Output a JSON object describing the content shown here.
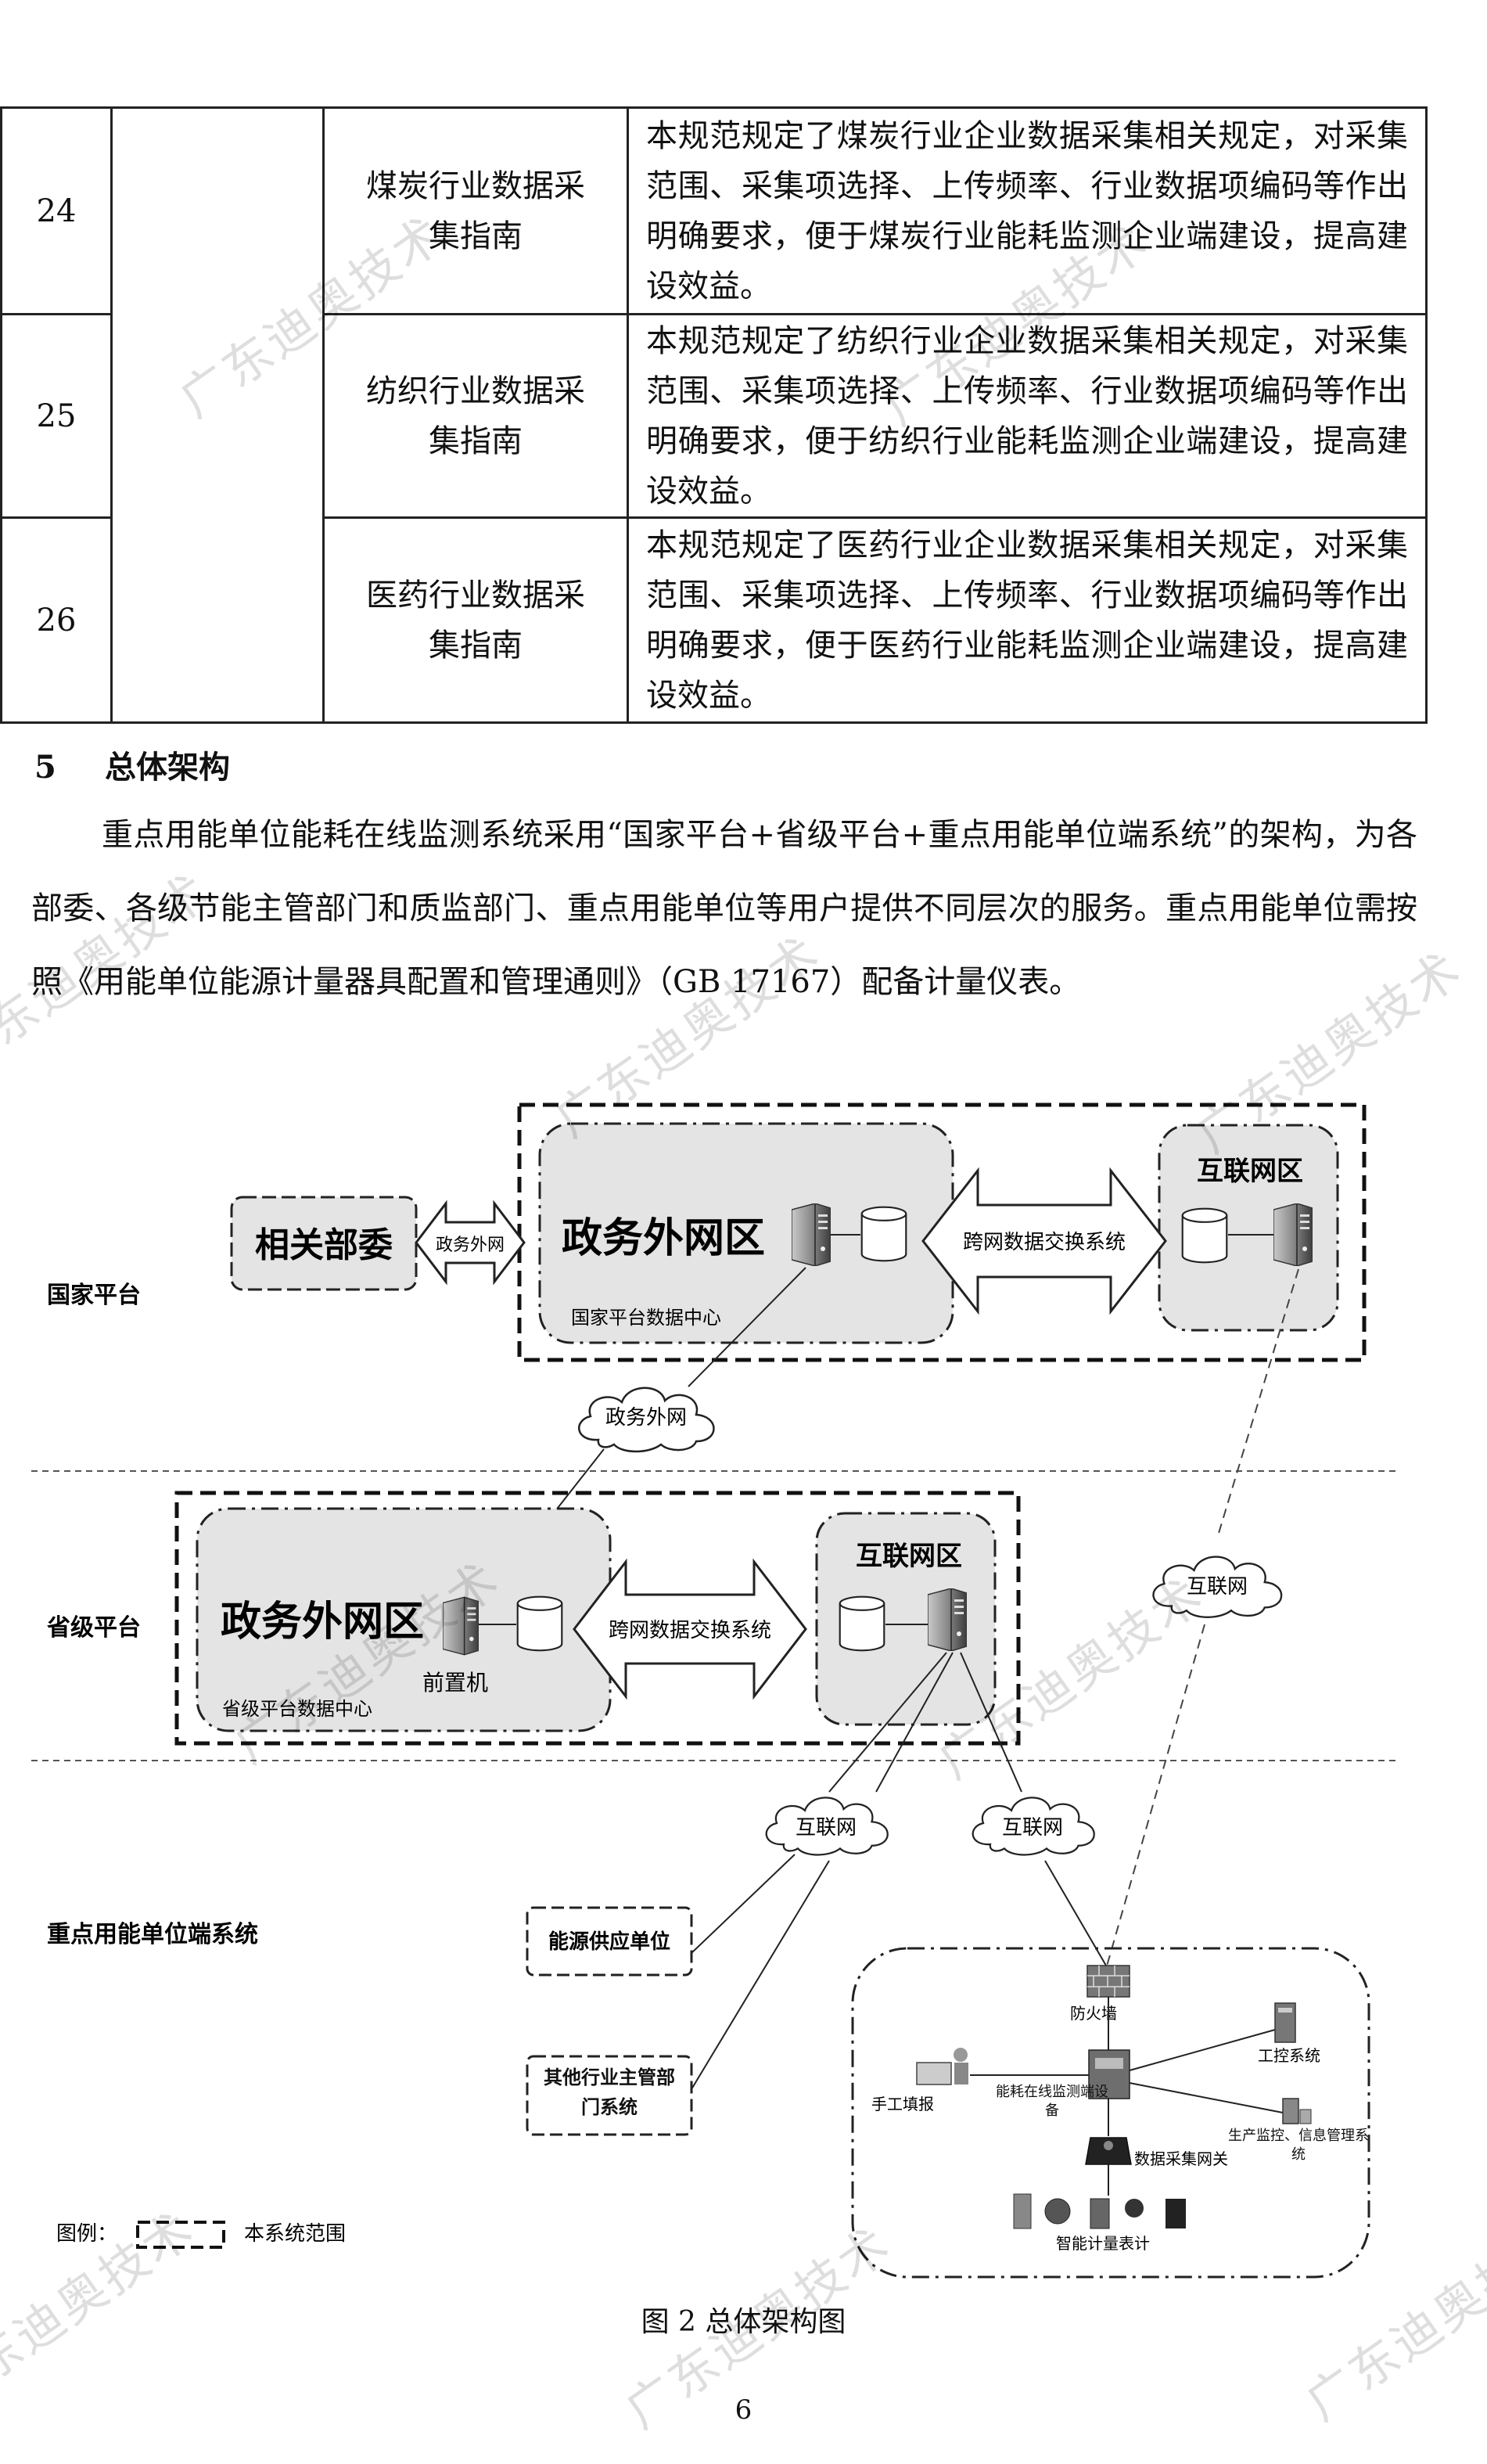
{
  "table": {
    "rows": [
      {
        "num": "24",
        "name": "煤炭行业数据采集指南",
        "desc": "本规范规定了煤炭行业企业数据采集相关规定，对采集范围、采集项选择、上传频率、行业数据项编码等作出明确要求，便于煤炭行业能耗监测企业端建设，提高建设效益。"
      },
      {
        "num": "25",
        "name": "纺织行业数据采集指南",
        "desc": "本规范规定了纺织行业企业数据采集相关规定，对采集范围、采集项选择、上传频率、行业数据项编码等作出明确要求，便于纺织行业能耗监测企业端建设，提高建设效益。"
      },
      {
        "num": "26",
        "name": "医药行业数据采集指南",
        "desc": "本规范规定了医药行业企业数据采集相关规定，对采集范围、采集项选择、上传频率、行业数据项编码等作出明确要求，便于医药行业能耗监测企业端建设，提高建设效益。"
      }
    ]
  },
  "section": {
    "number": "5",
    "title": "总体架构",
    "paragraph": "重点用能单位能耗在线监测系统采用“国家平台+省级平台+重点用能单位端系统”的架构，为各部委、各级节能主管部门和质监部门、重点用能单位等用户提供不同层次的服务。重点用能单位需按照《用能单位能源计量器具配置和管理通则》（GB 17167）配备计量仪表。"
  },
  "diagram": {
    "levels": {
      "national": "国家平台",
      "provincial": "省级平台",
      "enterprise": "重点用能单位端系统"
    },
    "national": {
      "related_ministries": "相关部委",
      "arrow_label": "政务外网",
      "gov_zone": "政务外网区",
      "datacenter": "国家平台数据中心",
      "exchange": "跨网数据交换系统",
      "internet_zone": "互联网区"
    },
    "cloud_gov": "政务外网",
    "provincial": {
      "gov_zone": "政务外网区",
      "frontend": "前置机",
      "datacenter": "省级平台数据中心",
      "exchange": "跨网数据交换系统",
      "internet_zone": "互联网区"
    },
    "clouds": {
      "right": "互联网",
      "mid_left": "互联网",
      "mid_right": "互联网"
    },
    "enterprise": {
      "energy_supply": "能源供应单位",
      "other_dept": "其他行业主管部门系统",
      "firewall": "防火墙",
      "control_system": "工控系统",
      "manual": "手工填报",
      "monitor_device": "能耗在线监测端设备",
      "production_system": "生产监控、信息管理系统",
      "gateway": "数据采集网关",
      "meters": "智能计量表计"
    },
    "legend_prefix": "图例：",
    "legend_text": "本系统范围"
  },
  "caption": "图 2  总体架构图",
  "page_number": "6",
  "watermark": "广东迪奥技术"
}
